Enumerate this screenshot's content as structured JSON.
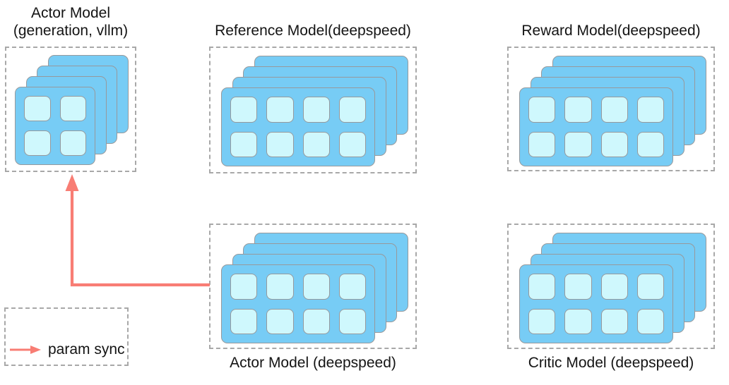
{
  "colors": {
    "card_blue": "#77ccf5",
    "cell_cyan": "#cff8fd",
    "border_gray": "#97999c",
    "dash_gray": "#a8a8a8",
    "arrow_red": "#f87d74",
    "text_color": "#141414"
  },
  "nodes": [
    {
      "id": "actor-vllm",
      "title": "Actor Model",
      "subtitle": "(generation, vllm)",
      "label_position": "top",
      "stack": {
        "layers": 4,
        "cols": 2,
        "rows": 2
      }
    },
    {
      "id": "reference",
      "title": "Reference Model(deepspeed)",
      "label_position": "top",
      "stack": {
        "layers": 4,
        "cols": 4,
        "rows": 2
      }
    },
    {
      "id": "reward",
      "title": "Reward Model(deepspeed)",
      "label_position": "top",
      "stack": {
        "layers": 4,
        "cols": 4,
        "rows": 2
      }
    },
    {
      "id": "actor-ds",
      "title": "Actor Model (deepspeed)",
      "label_position": "bottom",
      "stack": {
        "layers": 4,
        "cols": 4,
        "rows": 2
      }
    },
    {
      "id": "critic",
      "title": "Critic Model (deepspeed)",
      "label_position": "bottom",
      "stack": {
        "layers": 4,
        "cols": 4,
        "rows": 2
      }
    }
  ],
  "arrow": {
    "from": "actor-ds",
    "to": "actor-vllm",
    "meaning": "param sync"
  },
  "legend": {
    "label": "param sync"
  }
}
